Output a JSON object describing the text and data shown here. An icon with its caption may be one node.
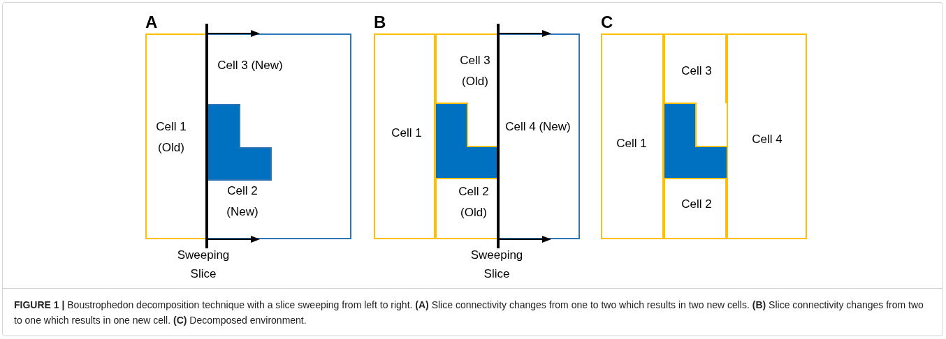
{
  "diagram": {
    "caption": "**FIGURE 1 |** Boustrophedon decomposition technique with a slice sweeping from left to right. **(A)** Slice connectivity changes from one to two which results in two new cells. **(B)** Slice connectivity changes from two to one which results in one new cell. **(C)** Decomposed environment.",
    "nodes": [
      {
        "text": [
          "Cell 1 (Old)"
        ]
      },
      {
        "text": [
          "Cell 3 (New)",
          "Cell 2 (New)"
        ]
      },
      {
        "text": [
          "Cell 1"
        ]
      },
      {
        "text": [
          "Cell 3 (Old)"
        ]
      },
      {
        "text": [
          "Cell 2 (Old)"
        ]
      },
      {
        "text": [
          "Cell 4 (New)"
        ]
      },
      {
        "text": [
          "Cell 1"
        ]
      },
      {
        "text": [
          "Cell 3"
        ]
      },
      {
        "text": [
          "Cell 2"
        ]
      },
      {
        "text": [
          "Cell 4"
        ]
      },
      {
        "text": [],
        "shape": "polygon",
        "in": 1
      },
      {
        "text": [],
        "shape": "polygon"
      },
      {
        "text": [],
        "shape": "polygon"
      }
    ],
    "labels": [
      "A",
      "B",
      "C",
      "Sweeping Slice",
      "Sweeping Slice"
    ]
  }
}
